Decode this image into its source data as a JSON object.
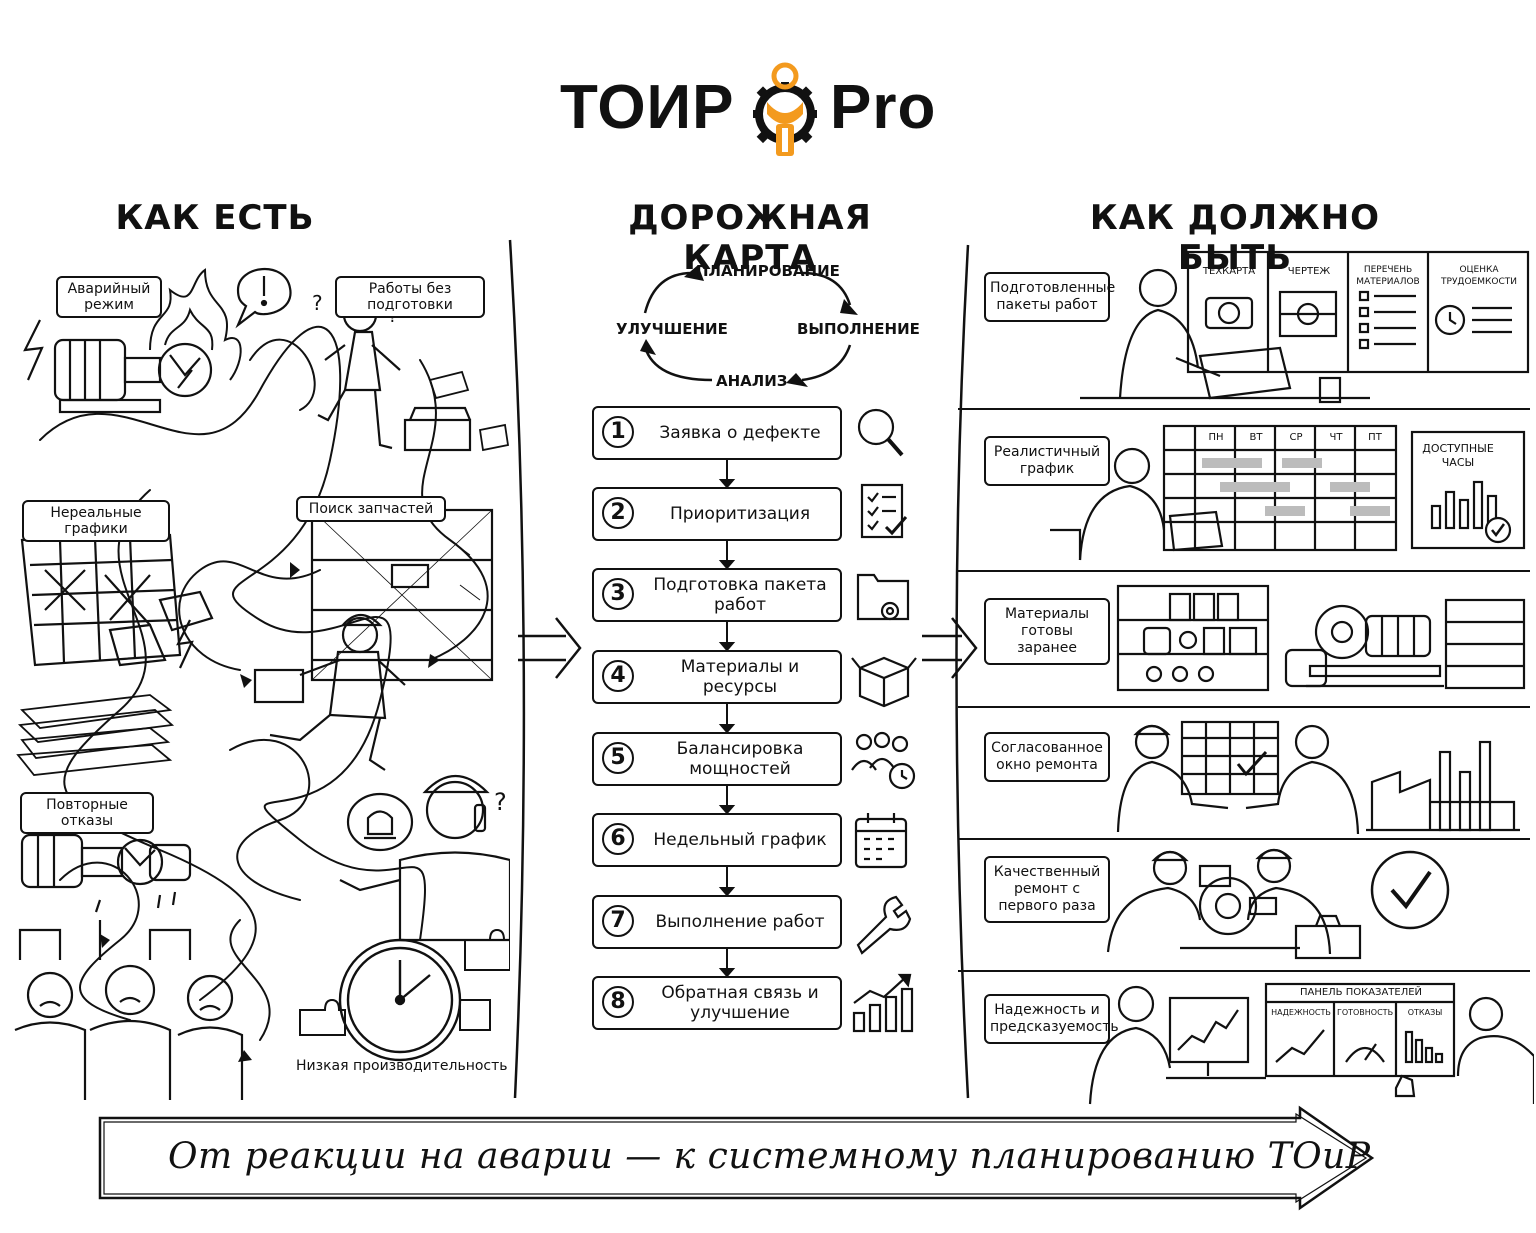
{
  "logo": {
    "left_text": "ТОИР",
    "right_text": "Pro",
    "accent_color": "#f39a1e",
    "icon": "gear-person-logo-icon"
  },
  "columns": {
    "as_is": {
      "title": "КАК ЕСТЬ"
    },
    "roadmap": {
      "title": "ДОРОЖНАЯ КАРТА"
    },
    "to_be": {
      "title": "КАК ДОЛЖНО БЫТЬ"
    }
  },
  "as_is": {
    "labels": {
      "emergency": "Аварийный режим",
      "no_prep": "Работы без подготовки",
      "unreal_schedules": "Нереальные графики",
      "spare_search": "Поиск запчастей",
      "repeat_failures": "Повторные отказы",
      "low_productivity": "Низкая производительность"
    }
  },
  "roadmap": {
    "cycle": {
      "top": "ПЛАНИРОВАНИЕ",
      "right": "ВЫПОЛНЕНИЕ",
      "bottom": "АНАЛИЗ",
      "left": "УЛУЧШЕНИЕ"
    },
    "steps": [
      {
        "num": "1",
        "label": "Заявка о дефекте",
        "icon": "magnifier-icon"
      },
      {
        "num": "2",
        "label": "Приоритизация",
        "icon": "checklist-icon"
      },
      {
        "num": "3",
        "label": "Подготовка пакета работ",
        "icon": "folder-gear-icon"
      },
      {
        "num": "4",
        "label": "Материалы и ресурсы",
        "icon": "box-icon"
      },
      {
        "num": "5",
        "label": "Балансировка мощностей",
        "icon": "people-clock-icon"
      },
      {
        "num": "6",
        "label": "Недельный график",
        "icon": "calendar-icon"
      },
      {
        "num": "7",
        "label": "Выполнение работ",
        "icon": "wrench-icon"
      },
      {
        "num": "8",
        "label": "Обратная связь и улучшение",
        "icon": "growth-chart-icon"
      }
    ]
  },
  "to_be": {
    "rows": [
      {
        "label": "Подготовленные пакеты работ"
      },
      {
        "label": "Реалистичный график"
      },
      {
        "label": "Материалы готовы заранее"
      },
      {
        "label": "Согласованное окно ремонта"
      },
      {
        "label": "Качественный ремонт с первого раза"
      },
      {
        "label": "Надежность и предсказуемость"
      }
    ],
    "work_package_board": [
      "ТЕХКАРТА",
      "ЧЕРТЕЖ",
      "ПЕРЕЧЕНЬ МАТЕРИАЛОВ",
      "ОЦЕНКА ТРУДОЕМКОСТИ"
    ],
    "schedule_days": [
      "ПН",
      "ВТ",
      "СР",
      "ЧТ",
      "ПТ"
    ],
    "available_hours": "ДОСТУПНЫЕ ЧАСЫ",
    "kpi_panel": {
      "title": "ПАНЕЛЬ ПОКАЗАТЕЛЕЙ",
      "items": [
        "НАДЕЖНОСТЬ",
        "ГОТОВНОСТЬ",
        "ОТКАЗЫ"
      ]
    }
  },
  "bottom_banner": "От реакции на аварии — к системному планированию ТОиР"
}
